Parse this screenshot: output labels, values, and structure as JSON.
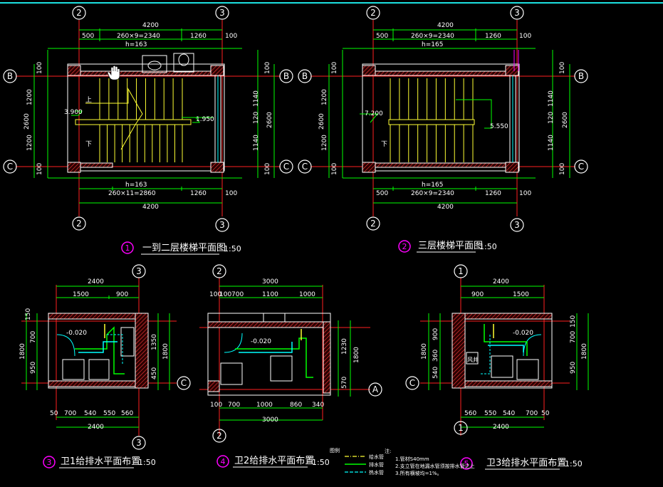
{
  "colors": {
    "background": "#000000",
    "dimension_line": "#00ff00",
    "axis_line": "#ff2020",
    "wall": "#ffffff",
    "hatch": "#ff4040",
    "stair": "#ffff33",
    "water_supply": "#00ffff",
    "drain": "#00ff00",
    "bubble_magenta": "#ff00ff",
    "text": "#ffffff"
  },
  "plans": [
    {
      "id": "stair-plan-1",
      "caption_num": "1",
      "caption": "一到二层楼梯平面图",
      "scale": "1:50",
      "axis_top": [
        "2",
        "3"
      ],
      "axis_bottom": [
        "2",
        "3"
      ],
      "axis_side": [
        "B",
        "C"
      ],
      "dims_top": [
        "4200",
        "500",
        "260×9=2340",
        "1260",
        "100",
        "h=163"
      ],
      "dims_bottom": [
        "h=163",
        "260×11=2860",
        "1260",
        "100",
        "4200"
      ],
      "dims_left": [
        "100",
        "1200",
        "2600",
        "1200",
        "100"
      ],
      "dims_right": [
        "100",
        "1140",
        "120",
        "2600",
        "1140",
        "100"
      ],
      "levels": [
        "3.900",
        "1.950"
      ],
      "arrow_labels": [
        "上",
        "下"
      ]
    },
    {
      "id": "stair-plan-2",
      "caption_num": "2",
      "caption": "三层楼梯平面图",
      "scale": "1:50",
      "axis_top": [
        "2",
        "3"
      ],
      "axis_bottom": [
        "2",
        "3"
      ],
      "axis_side": [
        "B",
        "C"
      ],
      "dims_top": [
        "4200",
        "500",
        "260×9=2340",
        "1260",
        "100",
        "h=165"
      ],
      "dims_bottom": [
        "h=165",
        "500",
        "260×9=2340",
        "1260",
        "100",
        "4200"
      ],
      "dims_left": [
        "100",
        "1200",
        "2600",
        "1200",
        "100"
      ],
      "dims_right": [
        "100",
        "1140",
        "120",
        "2600",
        "1140",
        "100"
      ],
      "levels": [
        "7.200",
        "5.550"
      ],
      "arrow_labels": [
        "下"
      ]
    },
    {
      "id": "wc-plan-1",
      "caption_num": "3",
      "caption": "卫1给排水平面布置",
      "scale": "1:50",
      "axis_top": [
        "3"
      ],
      "axis_bottom": [
        "3"
      ],
      "axis_side": [
        "C"
      ],
      "dims_top": [
        "2400",
        "1500",
        "900"
      ],
      "dims_left": [
        "150",
        "1800",
        "700",
        "950"
      ],
      "dims_right": [
        "1350",
        "1800",
        "450"
      ],
      "dims_bottom": [
        "50",
        "700",
        "540",
        "550",
        "560",
        "2400"
      ],
      "levels": [
        "-0.020"
      ]
    },
    {
      "id": "wc-plan-2",
      "caption_num": "4",
      "caption": "卫2给排水平面布置",
      "scale": "1:50",
      "axis_top": [
        "2"
      ],
      "axis_bottom": [
        "2"
      ],
      "axis_side": [
        "A"
      ],
      "dims_top": [
        "3000",
        "100",
        "100",
        "700",
        "1100",
        "1000"
      ],
      "dims_right": [
        "1230",
        "1800",
        "570"
      ],
      "dims_bottom": [
        "100",
        "700",
        "1000",
        "860",
        "340",
        "3000"
      ],
      "levels": [
        "-0.020"
      ]
    },
    {
      "id": "wc-plan-3",
      "caption_num": "5",
      "caption": "卫3给排水平面布置",
      "scale": "1:50",
      "axis_top": [
        "1"
      ],
      "axis_bottom": [
        "1"
      ],
      "axis_side": [
        "C"
      ],
      "dims_top": [
        "2400",
        "900",
        "1500"
      ],
      "dims_left": [
        "1800",
        "900",
        "540",
        "360"
      ],
      "dims_right": [
        "150",
        "700",
        "1800",
        "950"
      ],
      "dims_bottom": [
        "560",
        "550",
        "540",
        "700",
        "50",
        "2400"
      ],
      "levels": [
        "-0.020"
      ],
      "tag": "风井"
    }
  ],
  "legend": {
    "title": "图例",
    "items": [
      {
        "label": "给水管",
        "color": "#ffff33"
      },
      {
        "label": "排水管",
        "color": "#00ff00"
      },
      {
        "label": "热水管",
        "color": "#00ffff"
      }
    ]
  },
  "notes": {
    "title": "注:",
    "lines": [
      "1.管材S40mm",
      "2.支立管在地漏水管须按排水管之上",
      "3.所有横坡均=1%。"
    ]
  }
}
